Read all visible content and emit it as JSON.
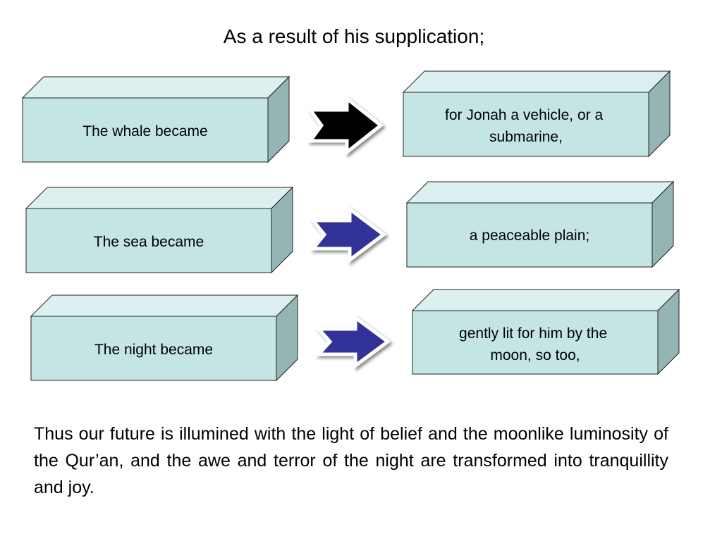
{
  "title": "As a result of his supplication;",
  "rows": [
    {
      "subject": "The whale became",
      "result_lines": [
        "for Jonah a vehicle, or a",
        "submarine,"
      ],
      "arrow_color": "#000000"
    },
    {
      "subject": "The sea became",
      "result_lines": [
        "a peaceable plain;"
      ],
      "arrow_color": "#333399"
    },
    {
      "subject": "The night became",
      "result_lines": [
        "gently lit for him by the",
        "moon, so too,"
      ],
      "arrow_color": "#333399"
    }
  ],
  "conclusion": "Thus our future is illumined with the light of belief and the moonlike luminosity of the Qur’an, and the awe and terror of the night are transformed into tranquillity and joy.",
  "colors": {
    "block_front": "#C5E5E5",
    "block_top": "#DCF0F0",
    "block_side": "#95B4B4",
    "block_stroke": "#222222",
    "arrow_outline": "#FFFFFF"
  }
}
